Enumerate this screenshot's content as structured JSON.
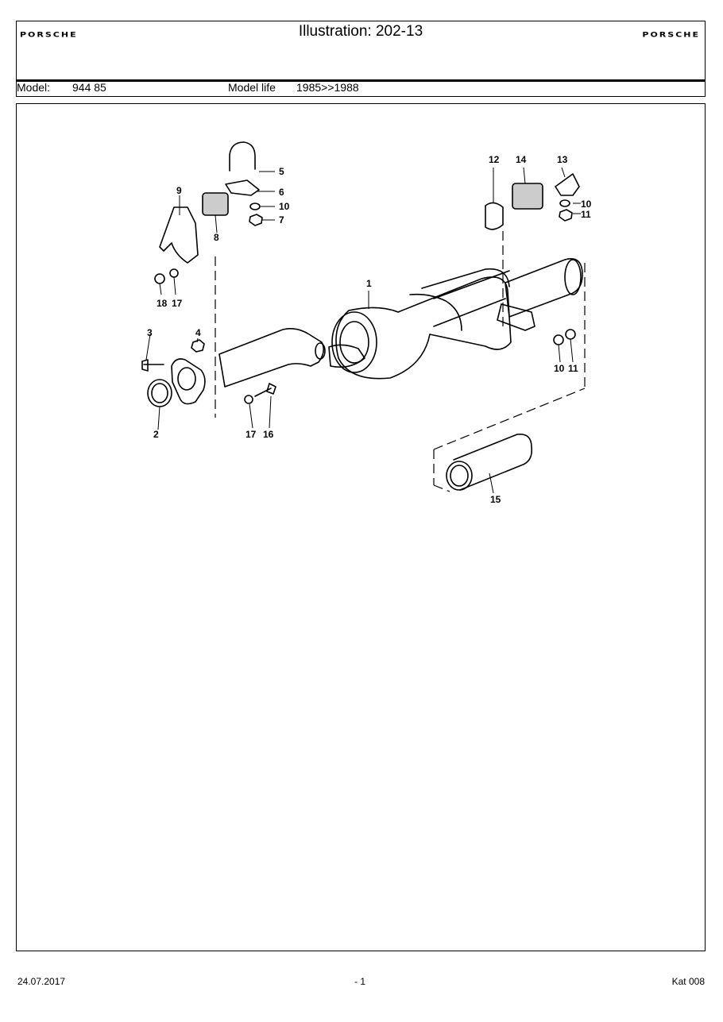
{
  "header": {
    "brand_left": "PORSCHE",
    "brand_right": "PORSCHE",
    "title": "Illustration: 202-13",
    "model_label": "Model:",
    "model_value": "944 85",
    "model_life_label": "Model life",
    "model_life_value": "1985>>1988"
  },
  "callouts": [
    "1",
    "2",
    "3",
    "4",
    "5",
    "6",
    "7",
    "8",
    "9",
    "10",
    "10",
    "10",
    "11",
    "11",
    "12",
    "13",
    "14",
    "15",
    "16",
    "17",
    "17",
    "18"
  ],
  "footer": {
    "date": "24.07.2017",
    "page": "- 1",
    "catalog": "Kat 008"
  }
}
